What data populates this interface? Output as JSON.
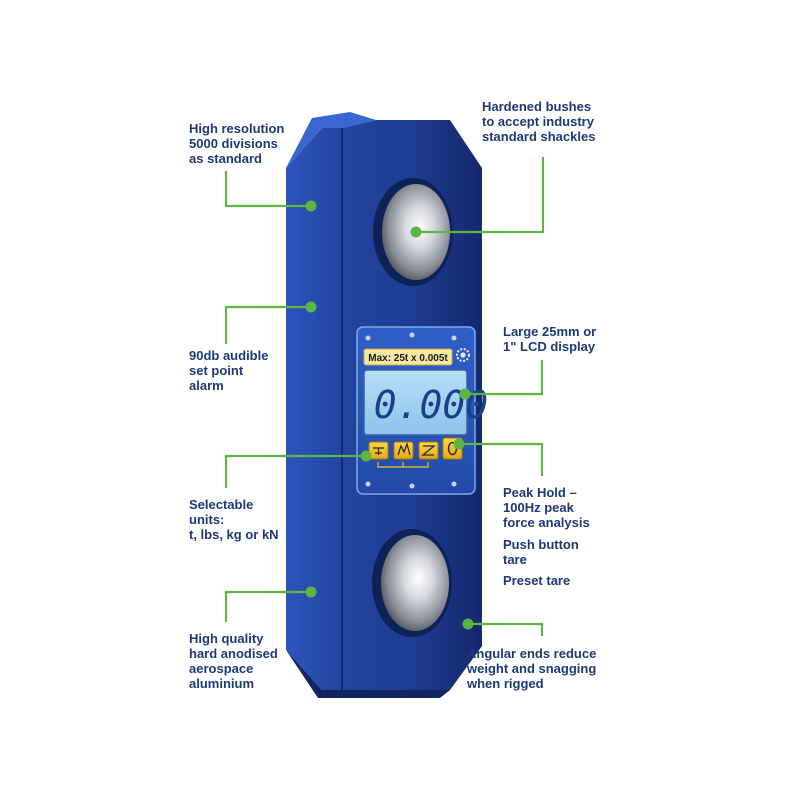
{
  "colors": {
    "body_blue": "#1f3f9a",
    "leader_green": "#5fb544",
    "label_navy": "#1d3a78",
    "lcd_screen": "#9fd1f2",
    "button_yellow": "#f2c21a"
  },
  "device": {
    "max_label": "Max: 25t x 0.005t",
    "lcd_reading": "0.000",
    "buttons": [
      "units-icon",
      "peak-hold-icon",
      "tare-icon",
      "power-icon"
    ],
    "settings_icon": "gear-icon"
  },
  "callouts": {
    "resolution": [
      "High resolution",
      "5000 divisions",
      "as standard"
    ],
    "bushes": [
      "Hardened bushes",
      "to accept industry",
      "standard shackles"
    ],
    "alarm": [
      "90db audible",
      "set point",
      "alarm"
    ],
    "lcd": [
      "Large 25mm or",
      "1\" LCD display"
    ],
    "units": [
      "Selectable",
      "units:",
      "t, lbs, kg or kN"
    ],
    "peak": [
      "Peak Hold –",
      "100Hz peak",
      "force analysis"
    ],
    "tare_push": [
      "Push button",
      "tare"
    ],
    "tare_preset": [
      "Preset tare"
    ],
    "aluminium": [
      "High quality",
      "hard anodised",
      "aerospace",
      "aluminium"
    ],
    "angular": [
      "Angular ends reduce",
      "weight and snagging",
      "when rigged"
    ]
  }
}
